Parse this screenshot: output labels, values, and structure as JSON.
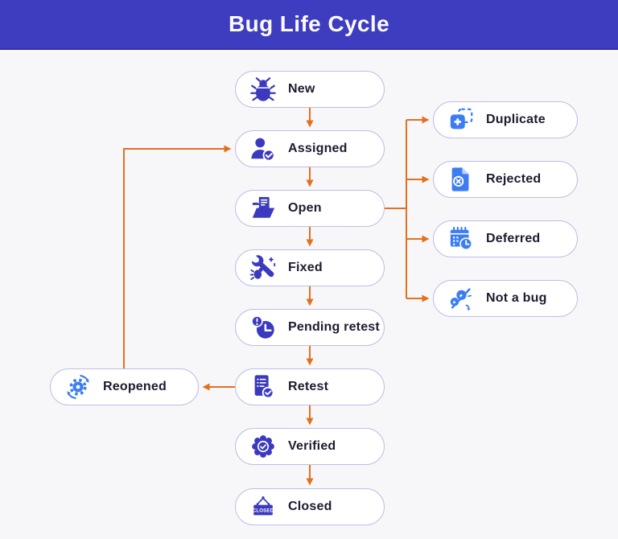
{
  "header": {
    "title": "Bug Life Cycle"
  },
  "colors": {
    "header_bg": "#3E3CBF",
    "arrow": "#E2711D",
    "main_icon": "#3B3ABF",
    "branch_icon": "#3D7DF2",
    "pill_border": "#BDBFE3",
    "canvas_bg": "#F7F7FA",
    "label_text": "#1C1C30"
  },
  "nodes": {
    "main": [
      {
        "label": "New",
        "icon": "bug-icon"
      },
      {
        "label": "Assigned",
        "icon": "user-check-icon"
      },
      {
        "label": "Open",
        "icon": "folder-document-icon"
      },
      {
        "label": "Fixed",
        "icon": "wrench-bug-icon"
      },
      {
        "label": "Pending retest",
        "icon": "clock-alert-icon"
      },
      {
        "label": "Retest",
        "icon": "document-check-icon"
      },
      {
        "label": "Verified",
        "icon": "verified-badge-icon"
      },
      {
        "label": "Closed",
        "icon": "closed-sign-icon"
      }
    ],
    "branch": [
      {
        "label": "Duplicate",
        "icon": "duplicate-icon"
      },
      {
        "label": "Rejected",
        "icon": "file-rejected-icon"
      },
      {
        "label": "Deferred",
        "icon": "calendar-clock-icon"
      },
      {
        "label": "Not a bug",
        "icon": "bug-slash-icon"
      }
    ],
    "left": [
      {
        "label": "Reopened",
        "icon": "gear-refresh-icon"
      }
    ]
  },
  "closed_sign_text": "CLOSED",
  "edges": [
    "New -> Assigned",
    "Assigned -> Open",
    "Open -> Fixed",
    "Fixed -> Pending retest",
    "Pending retest -> Retest",
    "Retest -> Verified",
    "Verified -> Closed",
    "Open -> Duplicate",
    "Open -> Rejected",
    "Open -> Deferred",
    "Open -> Not a bug",
    "Retest -> Reopened",
    "Reopened -> Assigned"
  ]
}
